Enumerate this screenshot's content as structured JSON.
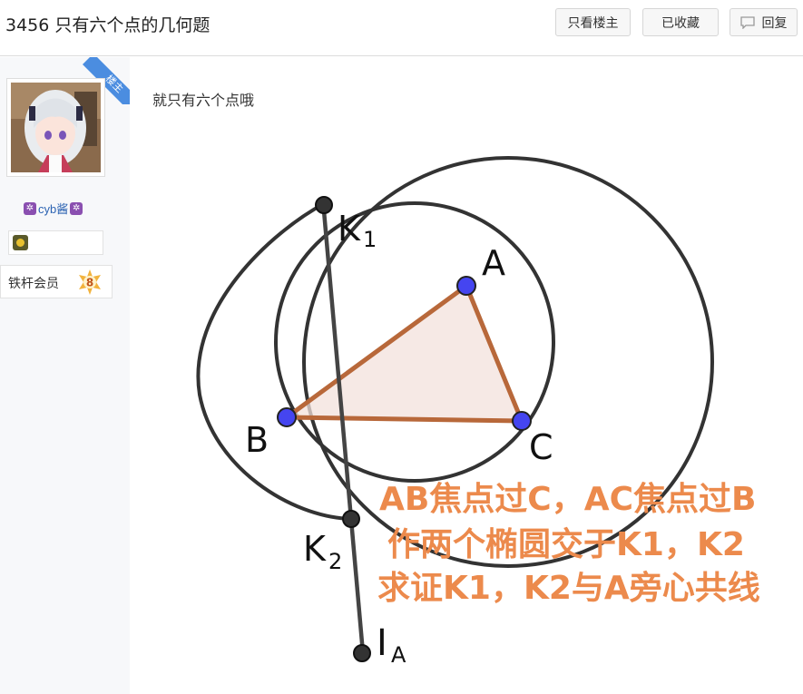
{
  "header": {
    "title": "3456 只有六个点的几何题",
    "buttons": {
      "only_op": "只看楼主",
      "favorited": "已收藏",
      "reply": "回复"
    }
  },
  "author": {
    "badge": "楼主",
    "username": "cyb酱",
    "member_label": "铁杆会员",
    "member_level": "8"
  },
  "post": {
    "text": "就只有六个点哦",
    "figure": {
      "points": {
        "A": "A",
        "B": "B",
        "C": "C",
        "K1": "K",
        "K1_sub": "1",
        "K2": "K",
        "K2_sub": "2",
        "IA": "I",
        "IA_sub": "A"
      },
      "claim_lines": [
        "AB焦点过C，AC焦点过B",
        "作两个椭圆交于K1，K2",
        "求证K1，K2与A旁心共线"
      ],
      "colors": {
        "curve": "#333333",
        "triangle_edge": "#b8683a",
        "triangle_fill": "#f3e2dc",
        "main_point": "#4545f0",
        "aux_point": "#333333",
        "claim_text": "#ec8a4c"
      }
    }
  }
}
